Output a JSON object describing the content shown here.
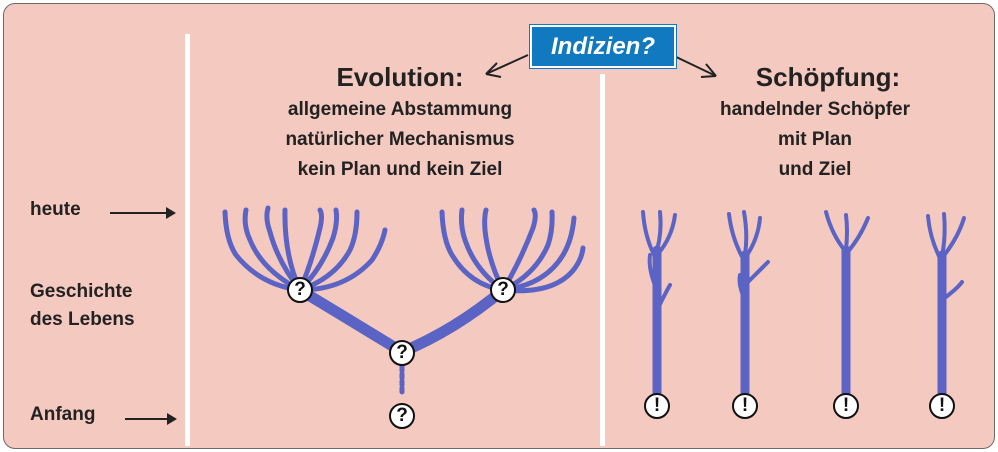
{
  "colors": {
    "background": "#f4c9c0",
    "tree": "#5b64c4",
    "accent_box": "#1079c0"
  },
  "header": {
    "question": "Indizien?"
  },
  "timeline": {
    "today": "heute",
    "history_line1": "Geschichte",
    "history_line2": "des Lebens",
    "beginning": "Anfang"
  },
  "evolution": {
    "title": "Evolution:",
    "lines": [
      "allgemeine Abstammung",
      "natürlicher Mechanismus",
      "kein Plan und kein Ziel"
    ],
    "node_mark": "?"
  },
  "creation": {
    "title": "Schöpfung:",
    "lines": [
      "handelnder Schöpfer",
      "mit Plan",
      "und Ziel"
    ],
    "node_mark": "!"
  }
}
